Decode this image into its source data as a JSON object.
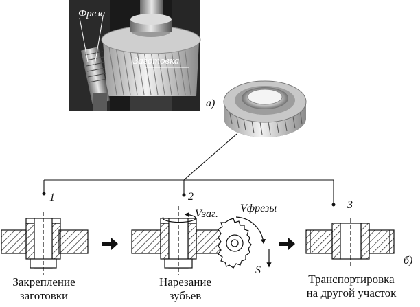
{
  "photo": {
    "cutter_label": "Фреза",
    "blank_label": "Заготовка",
    "part_a_label": "а)"
  },
  "diagram": {
    "part_b_label": "б)",
    "step_numbers": [
      "1",
      "2",
      "3"
    ],
    "step1_caption": [
      "Закрепление",
      "заготовки"
    ],
    "step2_caption": [
      "Нарезание",
      "зубьев"
    ],
    "step3_caption": [
      "Транспортировка",
      "на другой участок"
    ],
    "v_blank_label": "Vзаг.",
    "v_cutter_label": "Vфрезы",
    "feed_label": "S"
  },
  "colors": {
    "photo_bg": "#1a1a1a",
    "metal_light": "#d8d8d8",
    "metal_dark": "#6e6e6e",
    "line": "#111111"
  }
}
